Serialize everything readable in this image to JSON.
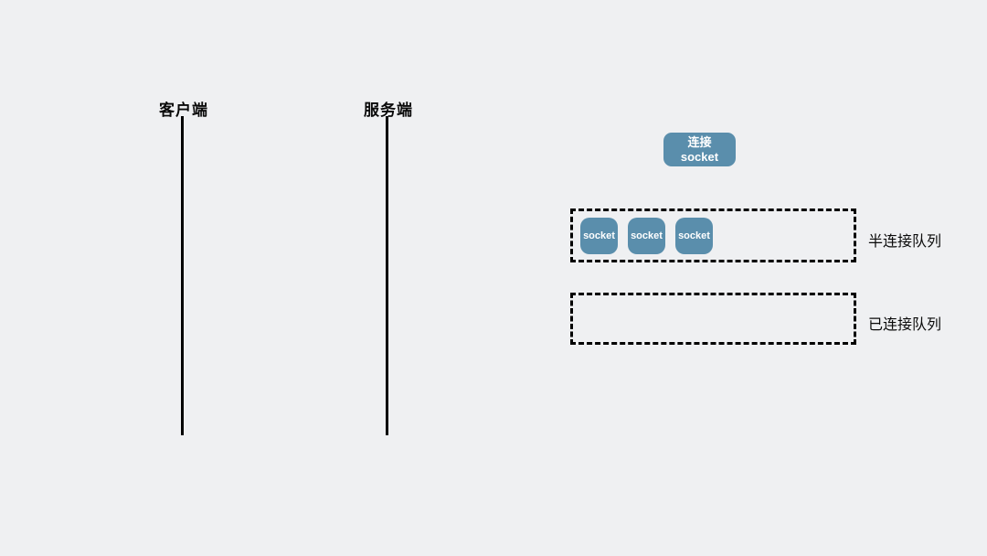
{
  "colors": {
    "background": "#eff0f2",
    "accent_blue": "#5a8eac",
    "line_black": "#000000",
    "text_white": "#ffffff"
  },
  "lifelines": [
    {
      "id": "client",
      "label": "客户端"
    },
    {
      "id": "server",
      "label": "服务端"
    }
  ],
  "connect_box": {
    "line1": "连接",
    "line2": "socket"
  },
  "queues": [
    {
      "id": "syn-queue",
      "label": "半连接队列",
      "sockets": [
        "socket",
        "socket",
        "socket"
      ]
    },
    {
      "id": "accept-queue",
      "label": "已连接队列",
      "sockets": []
    }
  ]
}
